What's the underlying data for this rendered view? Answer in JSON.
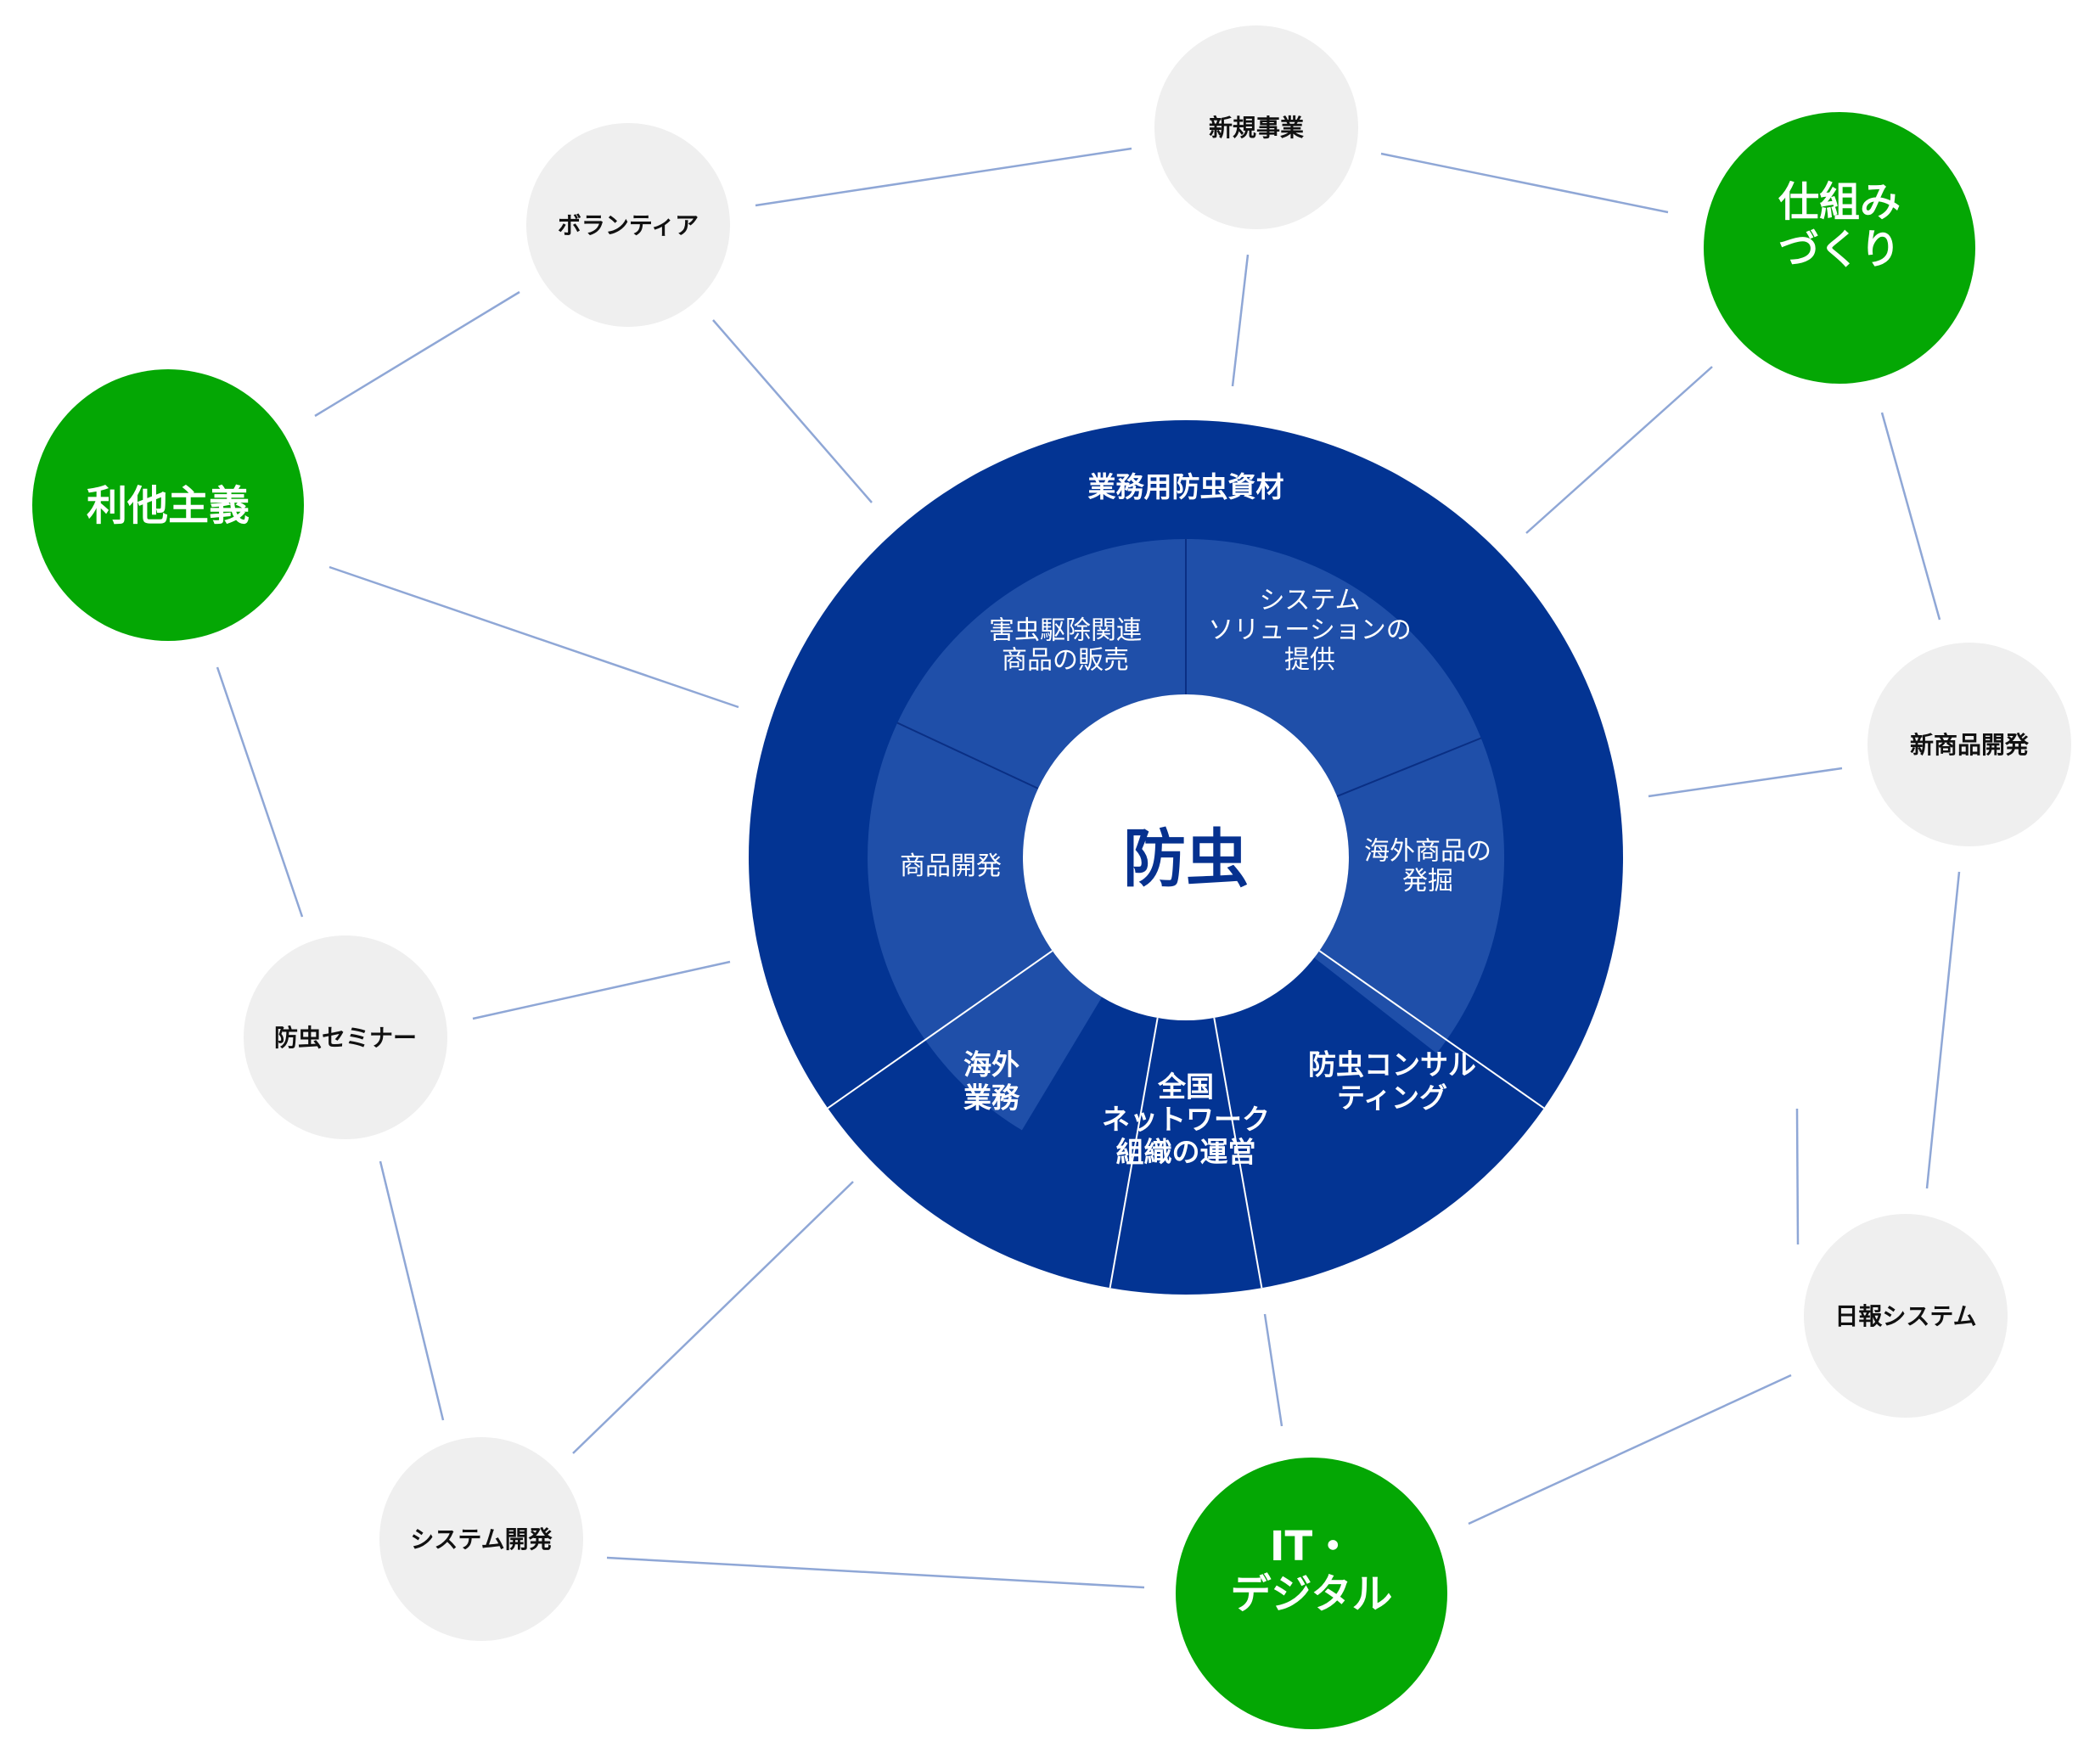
{
  "colors": {
    "outer_ring": "#033493",
    "inner_ring": "#1f4fa9",
    "center": "#ffffff",
    "green_node": "#04a704",
    "gray_node": "#efefef",
    "connector": "#8fa7d6",
    "center_text": "#06318f"
  },
  "center_label": "防虫",
  "outer_top_label": "業務用防虫資材",
  "inner_segments": [
    {
      "label": "害虫駆除関連\n商品の販売"
    },
    {
      "label": "システム\nソリューションの\n提供"
    },
    {
      "label": "海外商品の\n発掘"
    },
    {
      "label": "商品開発"
    }
  ],
  "outer_segments": [
    {
      "label": "防虫コンサル\nティング"
    },
    {
      "label": "全国\nネットワーク\n組織の運営"
    },
    {
      "label": "海外\n業務"
    }
  ],
  "nodes": {
    "shinki": {
      "label": "新規事業",
      "kind": "gray"
    },
    "shikumi": {
      "label": "仕組み\nづくり",
      "kind": "green"
    },
    "volunteer": {
      "label": "ボランティア",
      "kind": "gray"
    },
    "ritashugi": {
      "label": "利他主義",
      "kind": "green"
    },
    "shinshohin": {
      "label": "新商品開発",
      "kind": "gray"
    },
    "bochu_seminar": {
      "label": "防虫セミナー",
      "kind": "gray"
    },
    "nippo": {
      "label": "日報システム",
      "kind": "gray"
    },
    "system_kaihatsu": {
      "label": "システム開発",
      "kind": "gray"
    },
    "it_digital": {
      "label": "IT・\nデジタル",
      "kind": "green"
    }
  }
}
